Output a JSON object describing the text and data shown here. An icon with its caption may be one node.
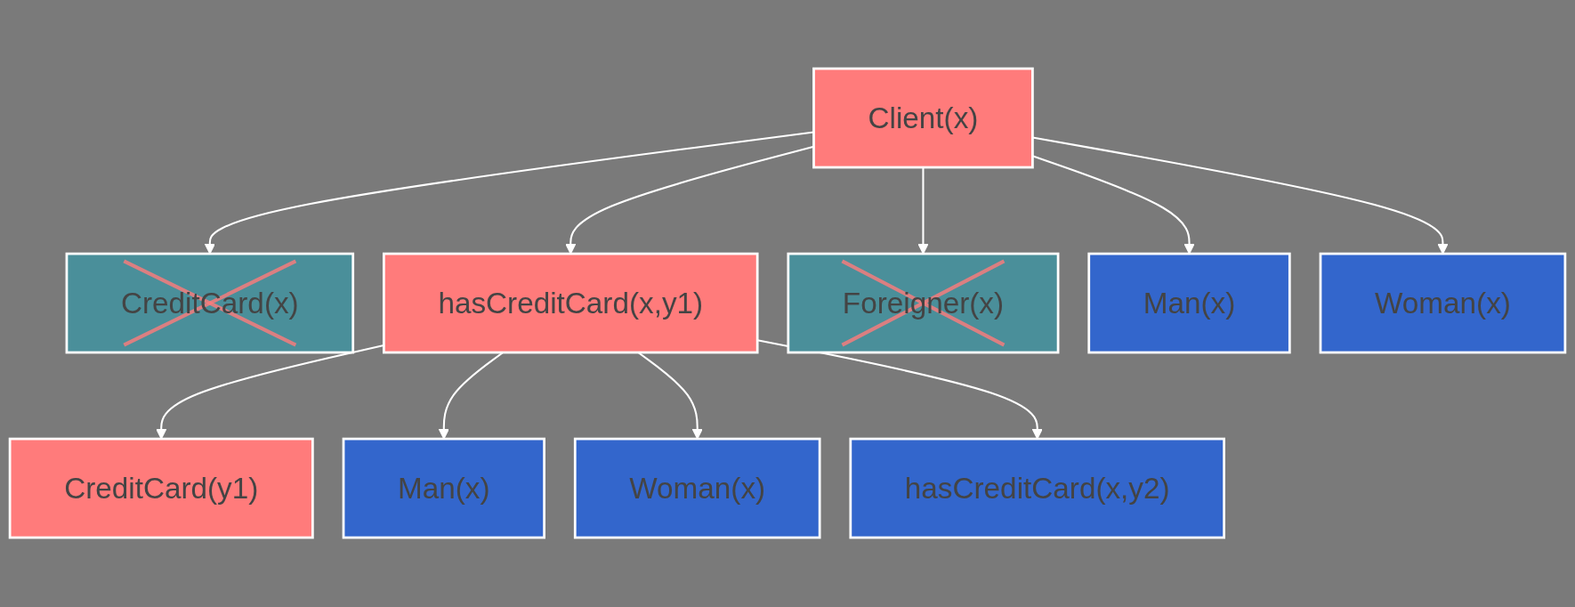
{
  "diagram": {
    "nodes": [
      {
        "text": [
          "Client(x)"
        ]
      },
      {
        "text": [
          "CreditCard(x)"
        ]
      },
      {
        "text": [
          "hasCreditCard(x,y1)"
        ]
      },
      {
        "text": [
          "Foreigner(x)"
        ]
      },
      {
        "text": [
          "Man(x)"
        ]
      },
      {
        "text": [
          "Woman(x)"
        ]
      },
      {
        "text": [
          "CreditCard(y1)"
        ]
      },
      {
        "text": [
          "Man(x)"
        ]
      },
      {
        "text": [
          "Woman(x)"
        ]
      },
      {
        "text": [
          "hasCreditCard(x,y2)"
        ]
      }
    ],
    "edges": [
      {
        "from": 0,
        "to": 1,
        "arrow": "to"
      },
      {
        "from": 0,
        "to": 2,
        "arrow": "to"
      },
      {
        "from": 0,
        "to": 3,
        "arrow": "to"
      },
      {
        "from": 0,
        "to": 4,
        "arrow": "to"
      },
      {
        "from": 0,
        "to": 5,
        "arrow": "to"
      },
      {
        "from": 2,
        "to": 6,
        "arrow": "to"
      },
      {
        "from": 2,
        "to": 7,
        "arrow": "to"
      },
      {
        "from": 2,
        "to": 8,
        "arrow": "to"
      },
      {
        "from": 2,
        "to": 9,
        "arrow": "to"
      }
    ]
  }
}
